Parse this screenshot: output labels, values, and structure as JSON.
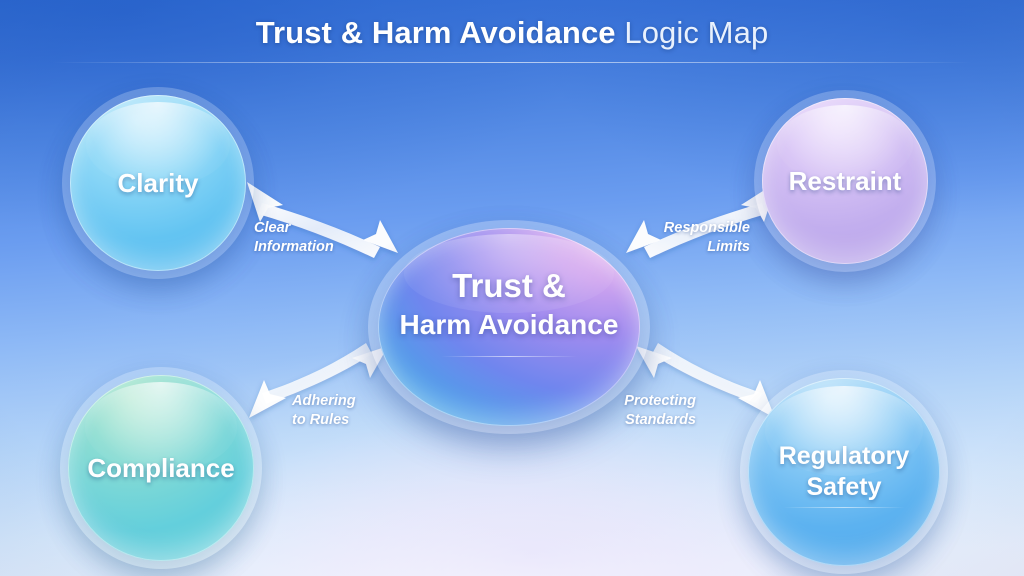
{
  "header": {
    "title_strong": "Trust & Harm Avoidance",
    "title_light": "Logic Map"
  },
  "center": {
    "name": "Trust & Harm Avoidance",
    "line1": "Trust &",
    "line2": "Harm Avoidance",
    "color_start": "#e7b6f0",
    "color_mid": "#6f86ee",
    "color_end": "#7fdcf2"
  },
  "nodes": [
    {
      "id": "clarity",
      "label": "Clarity",
      "color": "#63c4f2",
      "position": "top-left"
    },
    {
      "id": "restraint",
      "label": "Restraint",
      "color": "#c2aeee",
      "position": "top-right"
    },
    {
      "id": "compliance",
      "label": "Compliance",
      "color": "#63cfdc",
      "position": "bottom-left"
    },
    {
      "id": "regulatory",
      "label": "Regulatory\nSafety",
      "color": "#5cb2f0",
      "position": "bottom-right"
    }
  ],
  "edges": [
    {
      "id": "clear-information",
      "label": "Clear\nInformation",
      "from": "center",
      "to": "clarity",
      "direction": "bidirectional"
    },
    {
      "id": "responsible-limits",
      "label": "Responsible\nLimits",
      "from": "center",
      "to": "restraint",
      "direction": "bidirectional"
    },
    {
      "id": "adhering-to-rules",
      "label": "Adhering\nto Rules",
      "from": "center",
      "to": "compliance",
      "direction": "bidirectional"
    },
    {
      "id": "protecting-standards",
      "label": "Protecting\nStandards",
      "from": "center",
      "to": "regulatory",
      "direction": "bidirectional"
    }
  ],
  "theme": {
    "background_top": "#3a73d8",
    "background_bottom": "#f3f2fc",
    "arrow_color": "#ffffff",
    "text_color": "#ffffff"
  }
}
